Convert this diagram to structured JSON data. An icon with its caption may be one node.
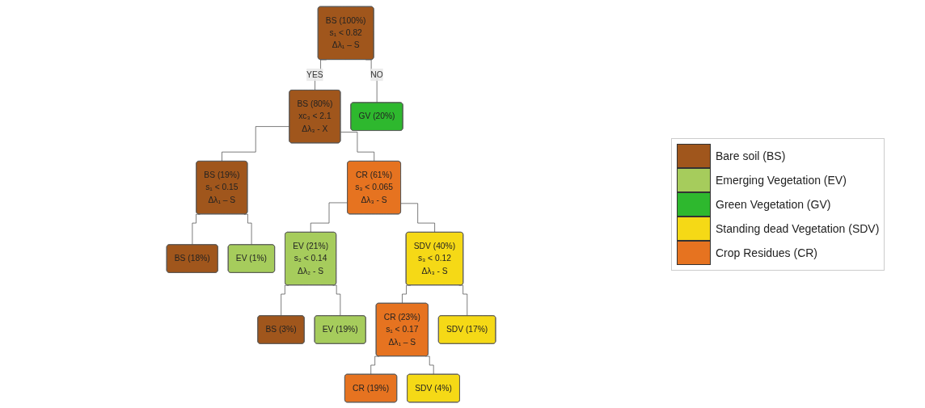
{
  "diagram": {
    "nodes": [
      {
        "text": [
          "BS (100%)",
          "s₁ < 0.82",
          "Δλ₁ – S"
        ]
      },
      {
        "text": [
          "BS (80%)",
          "xc₃ < 2.1",
          "Δλ₃ - X"
        ]
      },
      {
        "text": [
          "BS (19%)",
          "s₁ < 0.15",
          "Δλ₁ – S"
        ]
      },
      {
        "text": [
          "CR (61%)",
          "s₃ < 0.065",
          "Δλ₃ - S"
        ]
      },
      {
        "text": [
          "EV (21%)",
          "s₂ < 0.14",
          "Δλ₂ - S"
        ]
      },
      {
        "text": [
          "SDV (40%)",
          "s₃ < 0.12",
          "Δλ₃ - S"
        ]
      },
      {
        "text": [
          "CR (23%)",
          "s₁ < 0.17",
          "Δλ₁ – S"
        ]
      },
      {
        "text": [
          "BS (18%)"
        ]
      },
      {
        "text": [
          "EV (1%)"
        ]
      },
      {
        "text": [
          "BS (3%)"
        ]
      },
      {
        "text": [
          "EV (19%)"
        ]
      },
      {
        "text": [
          "CR (19%)"
        ]
      },
      {
        "text": [
          "SDV (4%)"
        ]
      },
      {
        "text": [
          "SDV (17%)"
        ]
      },
      {
        "text": [
          "GV (20%)"
        ]
      }
    ],
    "edges": [
      {
        "from": 0,
        "to": 1,
        "arrow": "none",
        "label": "YES"
      },
      {
        "from": 0,
        "to": 14,
        "arrow": "none",
        "label": "NO"
      },
      {
        "from": 1,
        "to": 2,
        "arrow": "none"
      },
      {
        "from": 1,
        "to": 3,
        "arrow": "none"
      },
      {
        "from": 2,
        "to": 7,
        "arrow": "none"
      },
      {
        "from": 2,
        "to": 8,
        "arrow": "none"
      },
      {
        "from": 3,
        "to": 4,
        "arrow": "none"
      },
      {
        "from": 3,
        "to": 5,
        "arrow": "none"
      },
      {
        "from": 4,
        "to": 9,
        "arrow": "none"
      },
      {
        "from": 4,
        "to": 10,
        "arrow": "none"
      },
      {
        "from": 5,
        "to": 6,
        "arrow": "none"
      },
      {
        "from": 5,
        "to": 13,
        "arrow": "none"
      },
      {
        "from": 6,
        "to": 11,
        "arrow": "none"
      },
      {
        "from": 6,
        "to": 12,
        "arrow": "none"
      }
    ],
    "legend": [
      {
        "text": "Bare soil (BS)",
        "color": "#a0561c"
      },
      {
        "text": "Emerging Vegetation (EV)",
        "color": "#a6cc5c"
      },
      {
        "text": "Green Vegetation (GV)",
        "color": "#2eb82e"
      },
      {
        "text": "Standing dead Vegetation (SDV)",
        "color": "#f5d916"
      },
      {
        "text": "Crop Residues (CR)",
        "color": "#e67320"
      }
    ]
  }
}
